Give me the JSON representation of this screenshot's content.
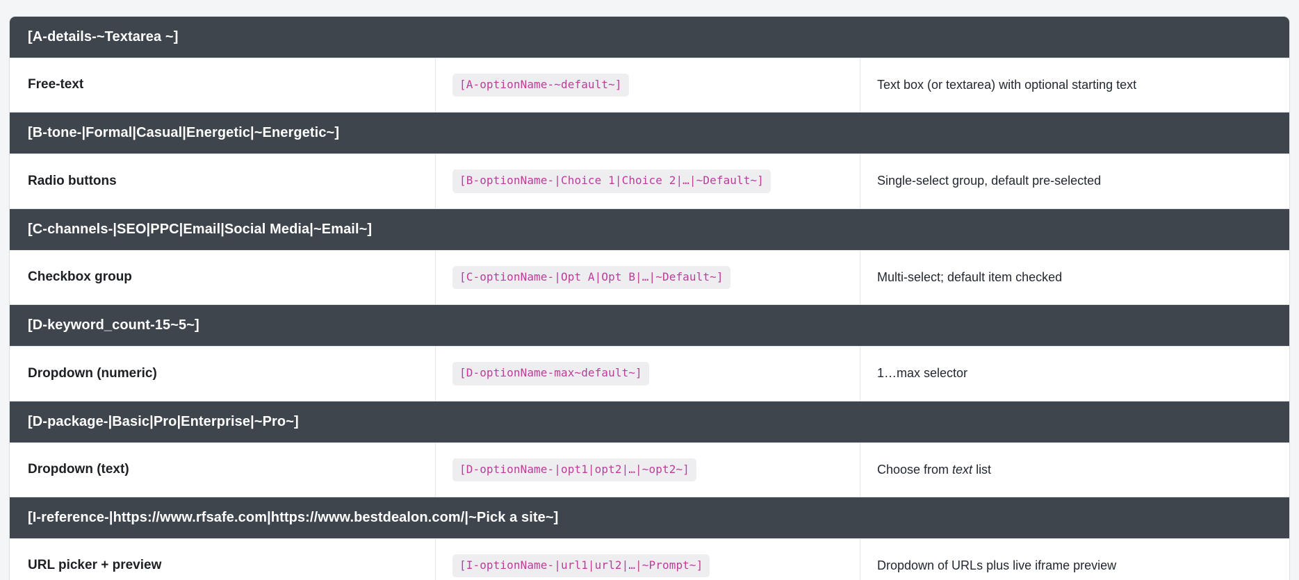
{
  "page": {
    "background_color": "#f4f5f7",
    "header_bar_color": "#3e454d",
    "code_text_color": "#bc3d99",
    "code_chip_background": "#eeeef1"
  },
  "rows": [
    {
      "group_header": "[A-details-~Textarea ~]",
      "label": "Free-text",
      "token": "[A-optionName-~default~]",
      "description_prefix": "Text box (or textarea) with optional starting text",
      "description_emphasis": "",
      "description_suffix": ""
    },
    {
      "group_header": "[B-tone-|Formal|Casual|Energetic|~Energetic~]",
      "label": "Radio buttons",
      "token": "[B-optionName-|Choice 1|Choice 2|…|~Default~]",
      "description_prefix": "Single-select group, default pre-selected",
      "description_emphasis": "",
      "description_suffix": ""
    },
    {
      "group_header": "[C-channels-|SEO|PPC|Email|Social Media|~Email~]",
      "label": "Checkbox group",
      "token": "[C-optionName-|Opt A|Opt B|…|~Default~]",
      "description_prefix": "Multi-select; default item checked",
      "description_emphasis": "",
      "description_suffix": ""
    },
    {
      "group_header": "[D-keyword_count-15~5~]",
      "label": "Dropdown (numeric)",
      "token": "[D-optionName-max~default~]",
      "description_prefix": "1…max selector",
      "description_emphasis": "",
      "description_suffix": ""
    },
    {
      "group_header": "[D-package-|Basic|Pro|Enterprise|~Pro~]",
      "label": "Dropdown (text)",
      "token": "[D-optionName-|opt1|opt2|…|~opt2~]",
      "description_prefix": "Choose from ",
      "description_emphasis": "text",
      "description_suffix": " list"
    },
    {
      "group_header": "[I-reference-|https://www.rfsafe.com|https://www.bestdealon.com/|~Pick a site~]",
      "label": "URL picker + preview",
      "token": "[I-optionName-|url1|url2|…|~Prompt~]",
      "description_prefix": "Dropdown of URLs plus live iframe preview",
      "description_emphasis": "",
      "description_suffix": ""
    }
  ]
}
